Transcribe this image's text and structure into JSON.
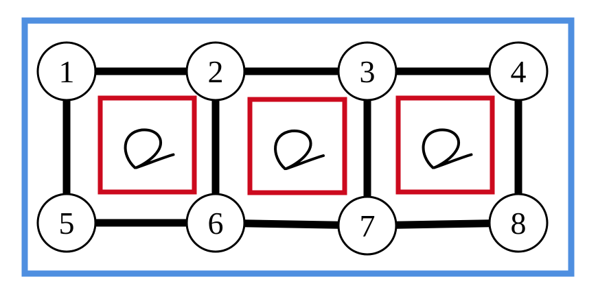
{
  "colors": {
    "frame": "#4F8FE0",
    "edge": "#000000",
    "node_fill": "#ffffff",
    "node_stroke": "#000000",
    "plaquette": "#CC0A1E",
    "glyph": "#000000"
  },
  "nodes": [
    {
      "id": "1",
      "label": "1"
    },
    {
      "id": "2",
      "label": "2"
    },
    {
      "id": "3",
      "label": "3"
    },
    {
      "id": "4",
      "label": "4"
    },
    {
      "id": "5",
      "label": "5"
    },
    {
      "id": "6",
      "label": "6"
    },
    {
      "id": "7",
      "label": "7"
    },
    {
      "id": "8",
      "label": "8"
    }
  ],
  "edges": [
    [
      "1",
      "2"
    ],
    [
      "2",
      "3"
    ],
    [
      "3",
      "4"
    ],
    [
      "5",
      "6"
    ],
    [
      "6",
      "7"
    ],
    [
      "7",
      "8"
    ],
    [
      "1",
      "5"
    ],
    [
      "2",
      "6"
    ],
    [
      "3",
      "7"
    ],
    [
      "4",
      "8"
    ]
  ],
  "plaquettes": [
    {
      "id": "left",
      "between": [
        "1",
        "2",
        "5",
        "6"
      ],
      "glyph": "omega-loop-icon"
    },
    {
      "id": "middle",
      "between": [
        "2",
        "3",
        "6",
        "7"
      ],
      "glyph": "omega-loop-icon"
    },
    {
      "id": "right",
      "between": [
        "3",
        "4",
        "7",
        "8"
      ],
      "glyph": "omega-loop-icon"
    }
  ]
}
